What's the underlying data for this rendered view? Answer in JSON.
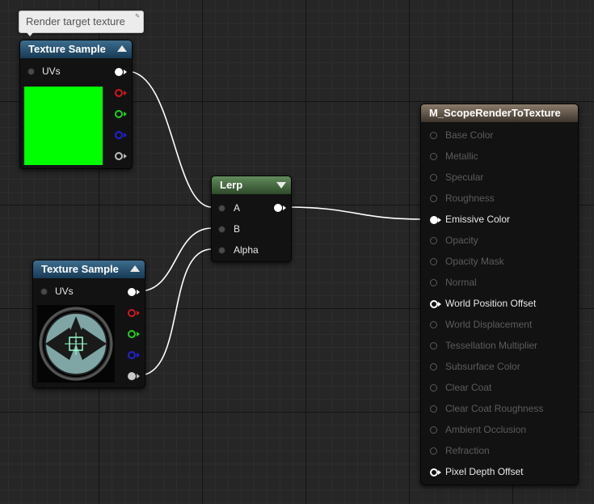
{
  "comment": {
    "text": "Render target texture",
    "pin_icon": "pin-icon"
  },
  "texture_sample_1": {
    "title": "Texture Sample",
    "uvs_label": "UVs",
    "preview_color": "#00ff00"
  },
  "texture_sample_2": {
    "title": "Texture Sample",
    "uvs_label": "UVs"
  },
  "lerp": {
    "title": "Lerp",
    "inputs": [
      "A",
      "B",
      "Alpha"
    ]
  },
  "material": {
    "title": "M_ScopeRenderToTexture",
    "pins": [
      {
        "label": "Base Color",
        "active": false
      },
      {
        "label": "Metallic",
        "active": false
      },
      {
        "label": "Specular",
        "active": false
      },
      {
        "label": "Roughness",
        "active": false
      },
      {
        "label": "Emissive Color",
        "active": true,
        "connected": true
      },
      {
        "label": "Opacity",
        "active": false
      },
      {
        "label": "Opacity Mask",
        "active": false
      },
      {
        "label": "Normal",
        "active": false
      },
      {
        "label": "World Position Offset",
        "active": true,
        "connected": false
      },
      {
        "label": "World Displacement",
        "active": false
      },
      {
        "label": "Tessellation Multiplier",
        "active": false
      },
      {
        "label": "Subsurface Color",
        "active": false
      },
      {
        "label": "Clear Coat",
        "active": false
      },
      {
        "label": "Clear Coat Roughness",
        "active": false
      },
      {
        "label": "Ambient Occlusion",
        "active": false
      },
      {
        "label": "Refraction",
        "active": false
      },
      {
        "label": "Pixel Depth Offset",
        "active": true,
        "connected": false
      }
    ]
  },
  "colors": {
    "texture_header": "#173a55",
    "lerp_header": "#2e4a2a",
    "material_header": "#3c342c",
    "wire": "#ffffff"
  }
}
